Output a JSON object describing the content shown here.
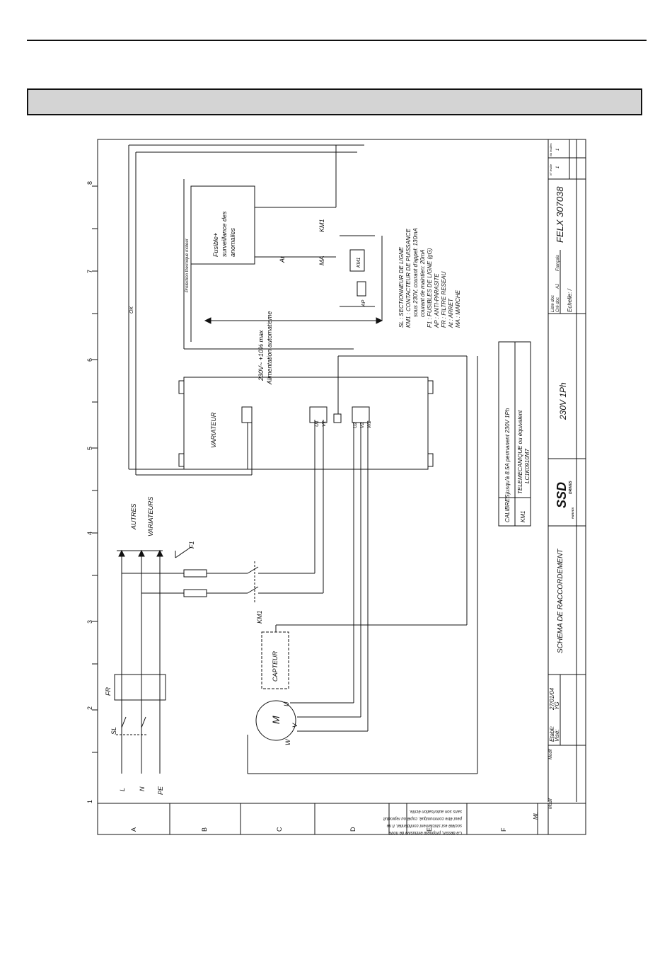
{
  "frame": {
    "col_numbers": [
      "1",
      "2",
      "3",
      "4",
      "5",
      "6",
      "7",
      "8"
    ],
    "row_letters": [
      "A",
      "B",
      "C",
      "D",
      "E",
      "F"
    ]
  },
  "supply": {
    "l": "L",
    "n": "N",
    "pe": "PE",
    "sl": "SL",
    "fr": "FR"
  },
  "other_drives": {
    "line1": "AUTRES",
    "line2": "VARIATEURS"
  },
  "fuse_f1": "F1",
  "contactor_km1": "KM1",
  "capteur": "CAPTEUR",
  "motor": {
    "m": "M",
    "u": "U",
    "v": "V",
    "w": "W"
  },
  "variateur": {
    "label": "VARIATEUR",
    "t_u1": "U1",
    "t_v1": "V1",
    "t_u2": "U2",
    "t_v2": "V2",
    "t_w2": "W2"
  },
  "ok_label": "OK",
  "thermal_label": "Protection thermique moteur",
  "fuse_box": {
    "line1": "Fusible+",
    "line2": "surveillance des",
    "line3": "anomalies"
  },
  "control": {
    "at": "At",
    "ma": "MA",
    "km1_contact": "KM1",
    "km1_coil": "KM1",
    "ap": "AP"
  },
  "supply_note": {
    "line1": "230V~ +10% max",
    "line2": "Alimentation automatisme"
  },
  "legend": [
    "SL  : SECTIONNEUR DE LIGNE",
    "KM1 : CONTACTEUR DE PUISSANCE",
    "sous 230V, courant d'appel: 130mA",
    "courant de maintien: 20mA",
    "F1  : FUSIBLES DE LIGNE (gG)",
    "AP  : ANTI-PARASITE",
    "FR  : FILTRE RESEAU",
    "At  : ARRET",
    "MA  : MARCHE"
  ],
  "calibres": {
    "header_left": "CALIBRES",
    "header_right": "jusqu'à 8.5A permanent 230V 1Ph",
    "row_left": "KM1",
    "row_right1": "TELEMECANIQUE ou équivalent",
    "row_right2": "LC1K0910M7"
  },
  "title_block": {
    "title": "SCHEMA DE RACCORDEMENT",
    "subtitle": "230V 1Ph",
    "etabli": "Etabli:",
    "date": "27/01/04",
    "vise": "Visé:",
    "vise_by": "YG",
    "doc_number": "FELX 307038",
    "liste_doc": "Liste doc",
    "cre_doc": "Cré doc",
    "cre_doc_val": "AJ",
    "lang": "Français",
    "echelle": "Echelle: /",
    "folio_hdr1": "N° feuille",
    "folio_hdr2": "Nb feuilles",
    "folio_val1": "1",
    "folio_val2": "1",
    "modif1": "Modif",
    "modif2": "Modif",
    "ml": "ML",
    "logo_text": "SSD",
    "logo_sub": "DRIVES",
    "parvex": "PARVEX"
  },
  "disclaimer": [
    "Ce dessin, propriété exclusive de notre",
    "société est strictement confidentiel. Il ne",
    "peut être communiqué, copié ou reproduit",
    "sans son autorisation écrite."
  ]
}
